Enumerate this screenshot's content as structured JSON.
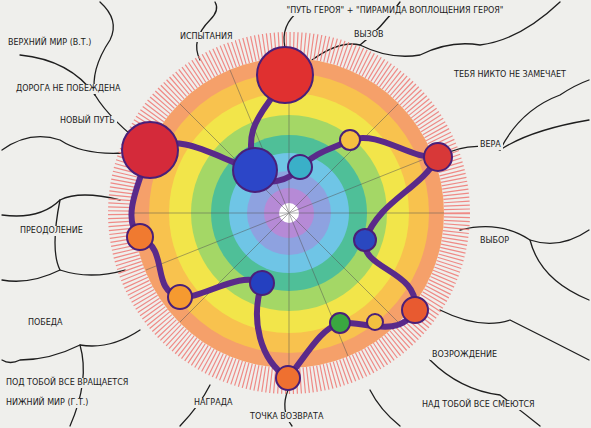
{
  "diagram": {
    "title": "\"ПУТЬ ГЕРОЯ\" + \"ПИРАМИДА ВОПЛОЩЕНИЯ ГЕРОЯ\"",
    "labels": [
      "ВЕРХНИЙ МИР (В.Т.)",
      "ДОРОГА НЕ ПОБЕЖДЕНА",
      "НОВЫЙ ПУТЬ",
      "ИСПЫТАНИЯ",
      "ВЫЗОВ",
      "ТЕБЯ НИКТО НЕ ЗАМЕЧАЕТ",
      "ВЕРА",
      "ВЫБОР",
      "ПРЕОДОЛЕНИЕ",
      "ПОБЕДА",
      "ПОД ТОБОЙ ВСЕ ВРАЩАЕТСЯ",
      "НИЖНИЙ МИР (Г.Т.)",
      "НАГРАДА",
      "ТОЧКА ВОЗВРАТА",
      "ВОЗРОЖДЕНИЕ",
      "НАД ТОБОЙ ВСЕ СМЕЮТСЯ"
    ]
  }
}
